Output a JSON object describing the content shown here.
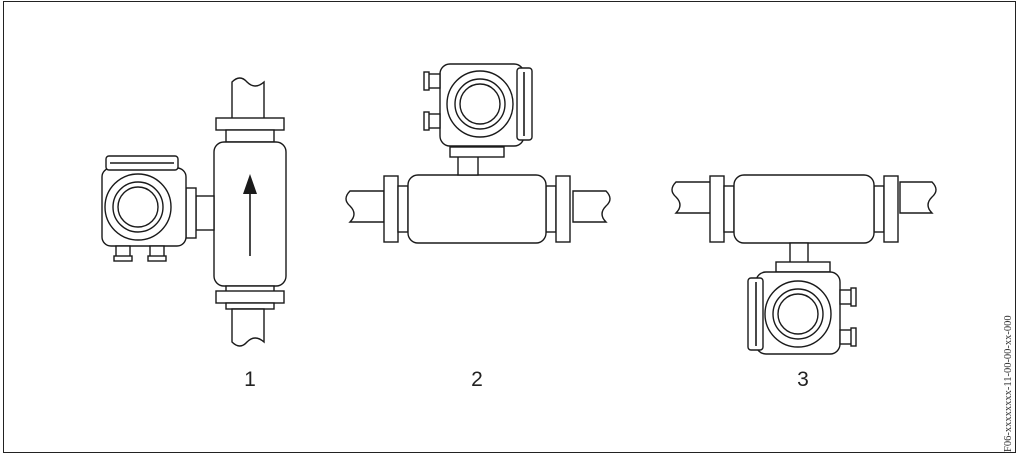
{
  "figure": {
    "labels": [
      "1",
      "2",
      "3"
    ],
    "reference_code": "F06-xxxxxxxx-11-00-00-xx-000"
  }
}
